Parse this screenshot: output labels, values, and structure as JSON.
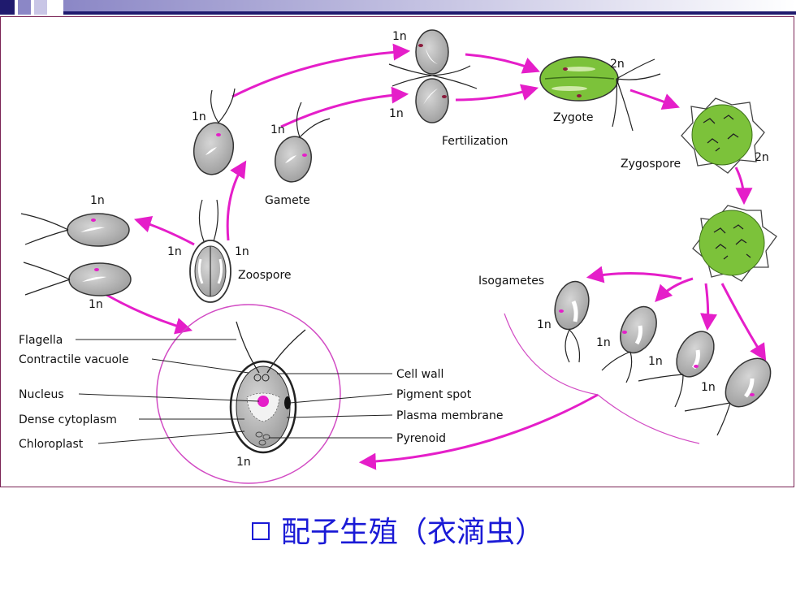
{
  "colors": {
    "arrow": "#e51ec9",
    "accent_bar": "#1f1a6e",
    "caption": "#1a1ad6",
    "green": "#7cc23a"
  },
  "labels": {
    "top_1n": "1n",
    "fert_1n": "1n",
    "fertilization": "Fertilization",
    "zygote_2n": "2n",
    "zygote": "Zygote",
    "zygospore": "Zygospore",
    "zygospore_2n": "2n",
    "gamete_left_1n": "1n",
    "gamete_right_1n": "1n",
    "gamete": "Gamete",
    "left_top_1n": "1n",
    "zoo_left_1n": "1n",
    "zoo_right_1n": "1n",
    "zoospore": "Zoospore",
    "left_bottom_1n": "1n",
    "isogametes": "Isogametes",
    "iso1_1n": "1n",
    "iso2_1n": "1n",
    "iso3_1n": "1n",
    "iso4_1n": "1n",
    "cell_1n": "1n"
  },
  "cell_parts_left": [
    "Flagella",
    "Contractile vacuole",
    "Nucleus",
    "Dense cytoplasm",
    "Chloroplast"
  ],
  "cell_parts_right": [
    "Cell wall",
    "Pigment spot",
    "Plasma membrane",
    "Pyrenoid"
  ],
  "caption": "配子生殖（衣滴虫）"
}
